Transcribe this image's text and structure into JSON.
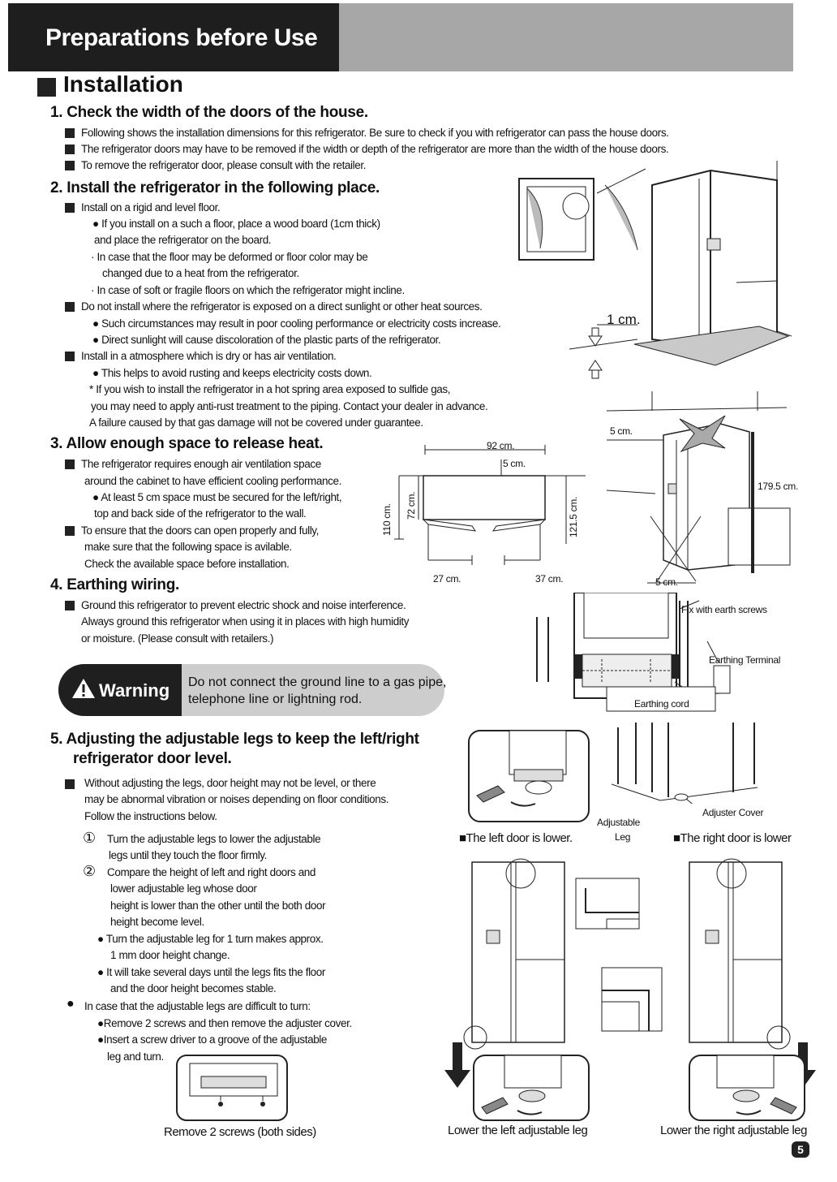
{
  "header": {
    "title": "Preparations before Use"
  },
  "installation": {
    "title": "Installation"
  },
  "s1": {
    "title": "1. Check the width of the doors of the house.",
    "b1": "Following shows the installation dimensions for this refrigerator. Be sure to check if you with refrigerator can pass the house doors.",
    "b2": "The refrigerator doors may have to be removed if the width or depth of the refrigerator are more than the width of the house doors.",
    "b3": "To remove the refrigerator door, please consult with the retailer."
  },
  "s2": {
    "title": "2. Install the refrigerator in the following place.",
    "b1": "Install on a rigid and level floor.",
    "b1a1": "● If you install on a such a floor, place a wood board (1cm thick)",
    "b1a2": "and place the refrigerator on the board.",
    "b1b1": "· In case that the floor may be deformed or floor color may be",
    "b1b2": "changed due to a heat from the refrigerator.",
    "b1c": "· In case of soft or fragile floors on which the refrigerator might incline.",
    "b2": "Do not install where the refrigerator is exposed on a direct sunlight or other heat sources.",
    "b2a": "● Such circumstances may result in poor cooling performance or electricity costs increase.",
    "b2b": "● Direct sunlight will cause discoloration of the plastic parts of the refrigerator.",
    "b3": "Install in a atmosphere which is dry or has air ventilation.",
    "b3a": "● This helps to avoid rusting and keeps electricity costs down.",
    "b3b1": "* If you wish to install the refrigerator in a hot spring area exposed to sulfide gas,",
    "b3b2": "you may need to apply anti-rust treatment to the piping. Contact your dealer in advance.",
    "b3b3": "A failure caused by that gas damage will not be covered under guarantee.",
    "fig_1cm": "1 cm."
  },
  "s3": {
    "title": "3. Allow enough space to release heat.",
    "b1a": "The refrigerator requires enough air ventilation space",
    "b1b": "around the cabinet to have efficient cooling performance.",
    "b1c": "● At least 5 cm space must be secured for the left/right,",
    "b1d": "top and back side of the refrigerator to the wall.",
    "b2a": "To ensure that the doors can open properly and fully,",
    "b2b": "make sure that the following space is avilable.",
    "b2c": "Check the available space before installation.",
    "dim_92": "92 cm.",
    "dim_5a": "5 cm.",
    "dim_110": "110 cm.",
    "dim_72": "72 cm.",
    "dim_1215": "121.5 cm.",
    "dim_27": "27 cm.",
    "dim_37": "37 cm.",
    "dim_5b": "5 cm.",
    "dim_1795": "179.5 cm.",
    "dim_5c": "5 cm."
  },
  "s4": {
    "title": "4. Earthing wiring.",
    "b1a": "Ground this refrigerator to prevent electric shock and noise interference.",
    "b1b": "Always ground this refrigerator when using it in places with high humidity",
    "b1c": "or moisture. (Please consult with retailers.)",
    "fig_screws": "Fix with earth screws",
    "fig_terminal": "Earthing Terminal",
    "fig_cord": "Earthing cord"
  },
  "warning": {
    "label": "Warning",
    "text1": "Do not connect the ground line to a gas pipe,",
    "text2": "telephone line or lightning rod."
  },
  "s5": {
    "title1": "5.  Adjusting the adjustable legs to keep the left/right",
    "title2": "refrigerator door level.",
    "b1a": "Without adjusting the legs, door height may not be level, or there",
    "b1b": "may be abnormal vibration or noises depending on floor conditions.",
    "b1c": "Follow the instructions below.",
    "n1": "①",
    "s1a": "Turn the adjustable legs to lower the adjustable",
    "s1b": "legs until they touch the floor firmly.",
    "n2": "②",
    "s2a": "Compare the height of left and right doors and",
    "s2b": "lower adjustable leg whose door",
    "s2c": "height is lower than the other until the both door",
    "s2d": "height become level.",
    "s2e": "● Turn the adjustable leg for 1 turn makes approx.",
    "s2f": "1 mm door height change.",
    "s2g": "● It will take several days until the legs fits the floor",
    "s2h": "and the door height becomes stable.",
    "c1": "●",
    "c1t": "In case that the adjustable legs are difficult to turn:",
    "c1a": "●Remove 2 screws and then remove the adjuster cover.",
    "c1b": "●Insert a screw driver to a groove of the adjustable",
    "c1c": "leg and turn.",
    "fig_remove": "Remove 2 screws (both sides)",
    "fig_adj_leg1": "Adjustable",
    "fig_adj_leg2": "Leg",
    "fig_adj_cover": "Adjuster Cover",
    "fig_left_lower": "■The left door is lower.",
    "fig_right_lower": "■The right door is lower",
    "fig_lower_left": "Lower the left adjustable leg",
    "fig_lower_right": "Lower the right adjustable leg"
  },
  "page": {
    "number": "5"
  }
}
